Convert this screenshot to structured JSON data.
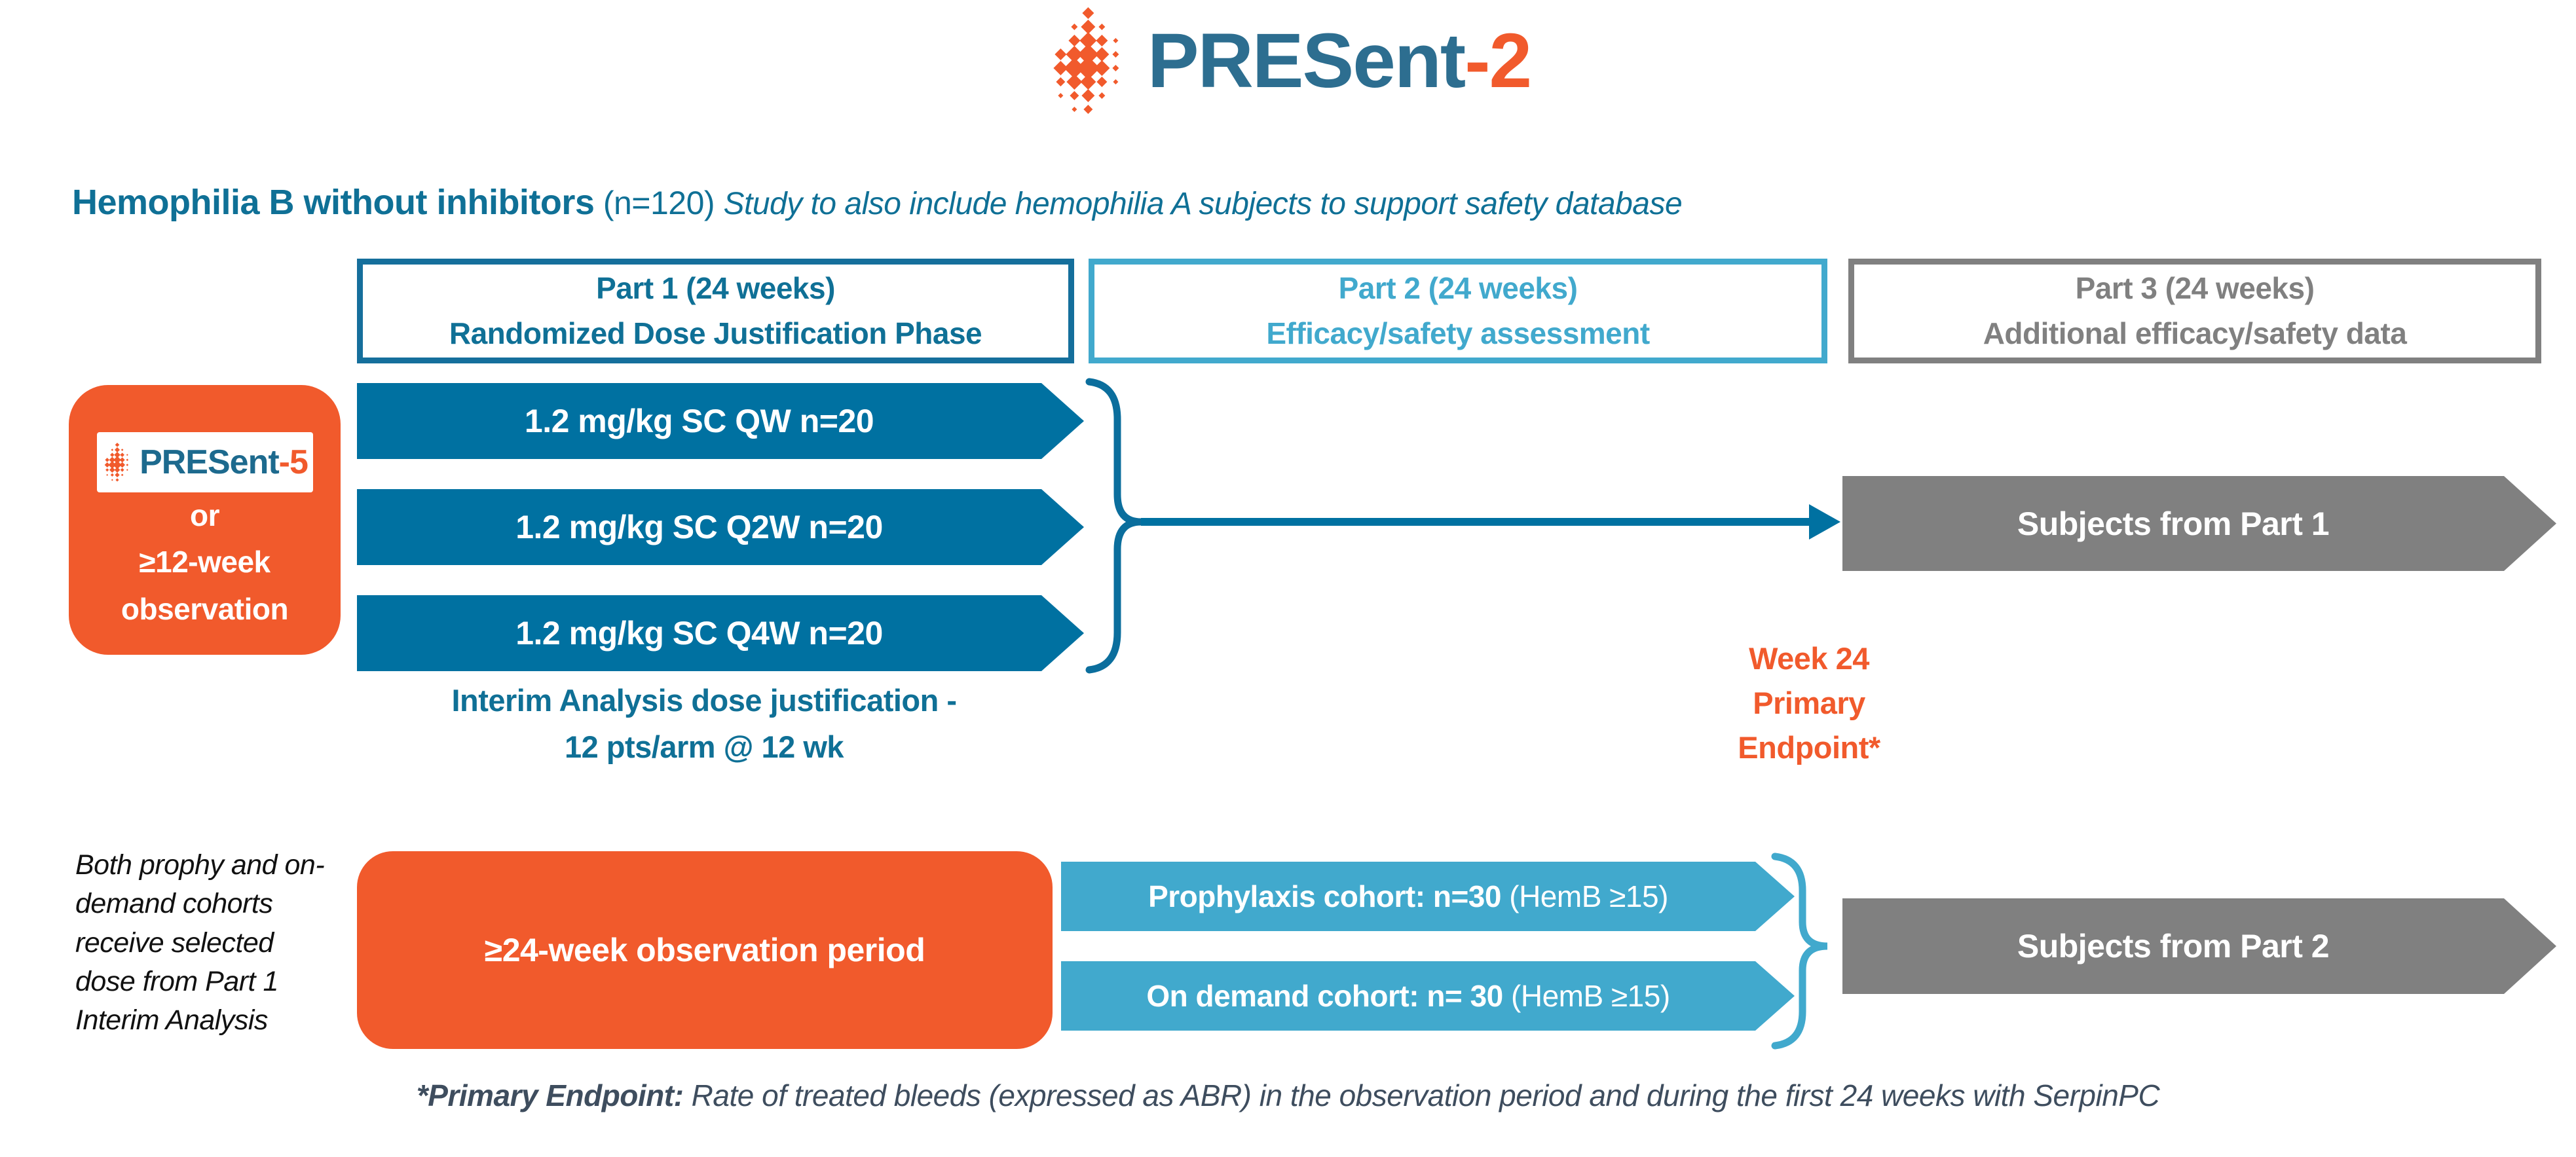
{
  "logo": {
    "brand": "PRESent",
    "suffix": "-2"
  },
  "title": {
    "main": "Hemophilia B without inhibitors",
    "n": " (n=120) ",
    "note": "Study to also include hemophilia A subjects to support safety database"
  },
  "parts": [
    {
      "line1": "Part 1 (24 weeks)",
      "line2": "Randomized Dose Justification Phase"
    },
    {
      "line1": "Part 2 (24 weeks)",
      "line2": "Efficacy/safety assessment"
    },
    {
      "line1": "Part 3 (24 weeks)",
      "line2": "Additional efficacy/safety data"
    }
  ],
  "entry_box": {
    "logo_brand": "PRESent",
    "logo_suffix": "-5",
    "or": "or",
    "line2": "≥12-week",
    "line3": "observation"
  },
  "dose_arms": [
    "1.2 mg/kg SC QW n=20",
    "1.2 mg/kg SC Q2W n=20",
    "1.2 mg/kg SC Q4W n=20"
  ],
  "interim_note": {
    "line1": "Interim Analysis dose justification -",
    "line2": "12 pts/arm @ 12 wk"
  },
  "week24": {
    "line1": "Week 24",
    "line2": "Primary",
    "line3": "Endpoint*"
  },
  "part3_arrows": {
    "from_part1": "Subjects from Part 1",
    "from_part2": "Subjects from Part 2"
  },
  "observation_note": {
    "lines": [
      "Both prophy and on-",
      "demand cohorts",
      "receive selected",
      "dose from Part 1",
      "Interim Analysis"
    ]
  },
  "observation_box": "≥24-week observation period",
  "cohorts": [
    {
      "bold": "Prophylaxis cohort: n=30",
      "paren": " (HemB ≥15)"
    },
    {
      "bold": "On demand cohort: n= 30",
      "paren": " (HemB ≥15)"
    }
  ],
  "footnote": {
    "bold": "*Primary Endpoint:",
    "rest": " Rate of treated bleeds (expressed as ABR) in the observation period and during the first 24 weeks with SerpinPC"
  },
  "colors": {
    "teal_dark": "#0071a1",
    "teal_border": "#156f9c",
    "teal_text": "#0f7096",
    "brand_teal": "#2d6e90",
    "blue_light": "#41a9cd",
    "orange": "#f15a2c",
    "gray": "#808080",
    "footnote_slate": "#3e4d5e"
  }
}
